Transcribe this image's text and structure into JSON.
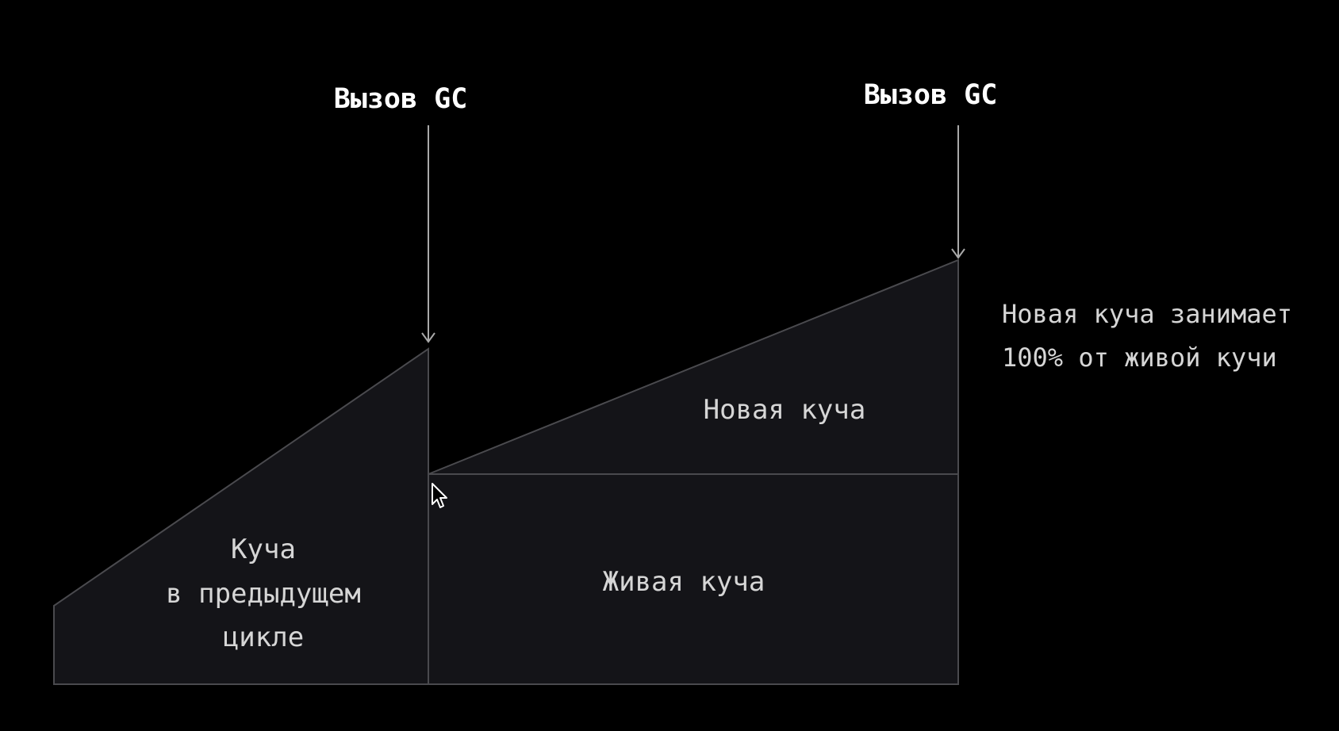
{
  "colors": {
    "background": "#000000",
    "region_fill": "#141418",
    "region_stroke": "#4a4a4e",
    "arrow": "#a9a9a9",
    "heading_text": "#ffffff",
    "label_text": "#d6d6d6"
  },
  "gc_calls": [
    {
      "label": "Вызов GC"
    },
    {
      "label": "Вызов GC"
    }
  ],
  "regions": {
    "previous_heap": {
      "lines": [
        "Куча",
        "в предыдущем",
        "цикле"
      ]
    },
    "live_heap": {
      "label": "Живая куча"
    },
    "new_heap": {
      "label": "Новая куча"
    }
  },
  "note": {
    "lines": [
      "Новая куча занимает",
      "100% от живой кучи"
    ]
  },
  "icons": {
    "cursor": "pointer-cursor-icon",
    "arrow": "arrow-down-icon"
  }
}
